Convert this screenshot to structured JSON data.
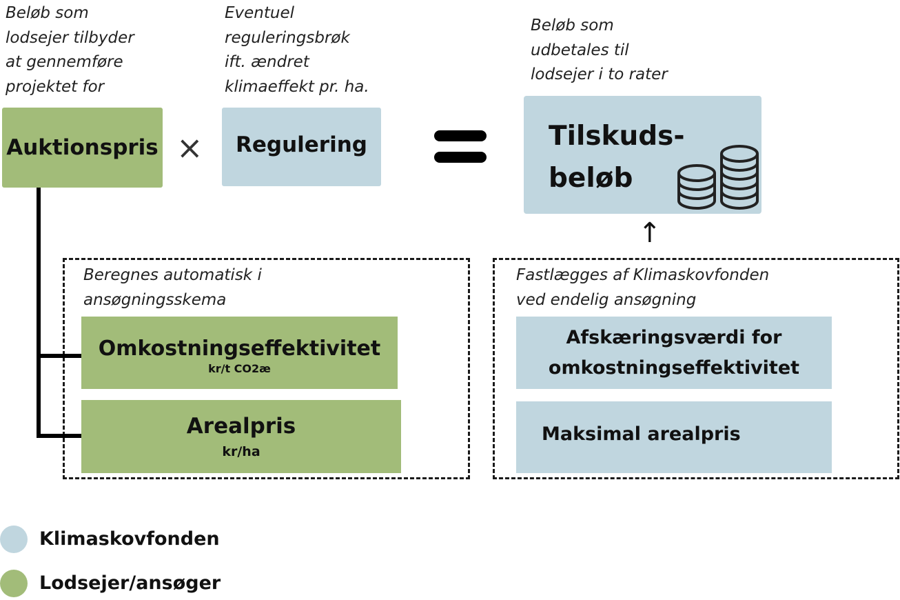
{
  "captions": {
    "auktion": "Beløb som\nlodsejer tilbyder\nat gennemføre\nprojektet for",
    "regulering": "Eventuel\nreguleringsbrøk\nift. ændret\nklimaeffekt pr. ha.",
    "tilskud": "Beløb som\nudbetales til\nlodsejer i to rater",
    "left_group": "Beregnes automatisk i\nansøgningsskema",
    "right_group": "Fastlægges af Klimaskovfonden\nved endelig ansøgning"
  },
  "boxes": {
    "auktionspris": "Auktionspris",
    "regulering": "Regulering",
    "tilskud": "Tilskuds-\nbeløb",
    "omkostning": "Omkostningseffektivitet",
    "omkostning_unit": "kr/t CO2æ",
    "arealpris": "Arealpris",
    "arealpris_unit": "kr/ha",
    "afskaering": "Afskæringsværdi for\nomkostningseffektivitet",
    "maksimal": "Maksimal arealpris"
  },
  "symbols": {
    "times": "×",
    "arrow": "↑"
  },
  "legend": [
    {
      "label": "Klimaskovfonden",
      "color": "#c0d6df"
    },
    {
      "label": "Lodsejer/ansøger",
      "color": "#a2bc79"
    }
  ],
  "colors": {
    "green": "#a2bc79",
    "blue": "#c0d6df"
  }
}
